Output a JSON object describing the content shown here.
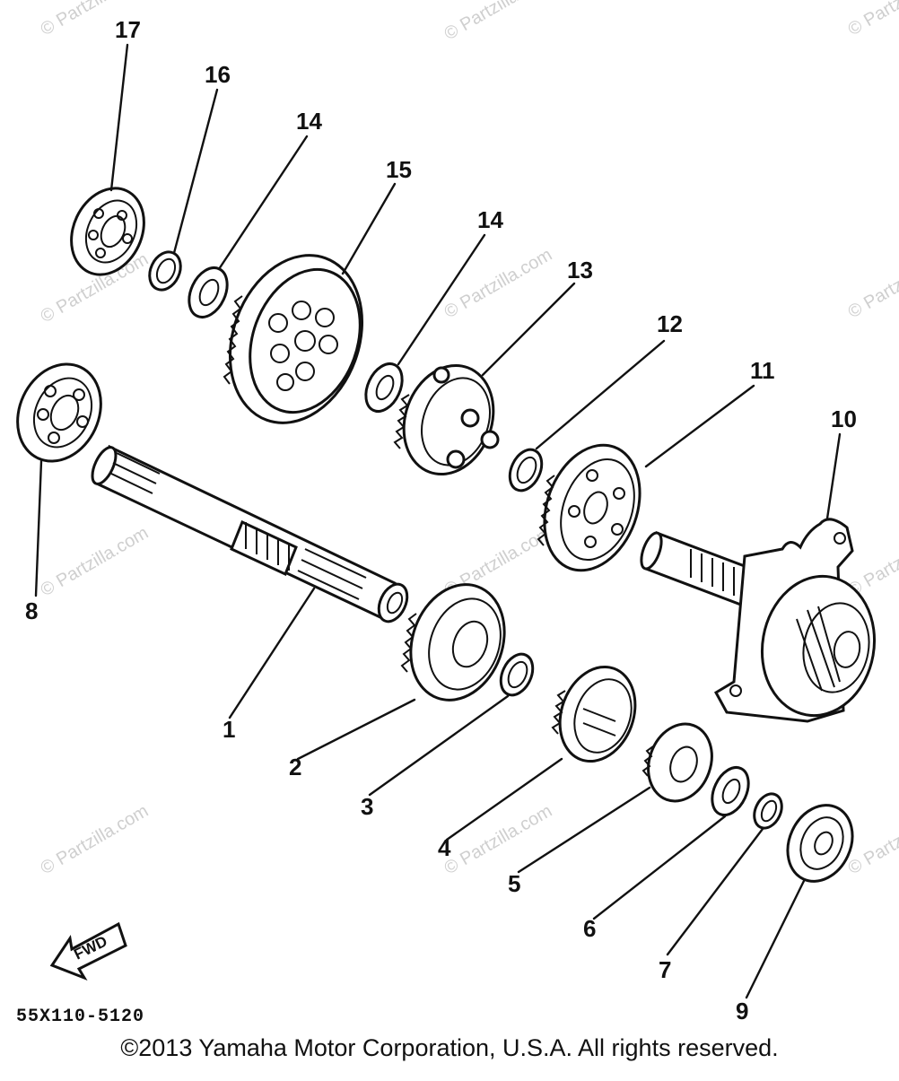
{
  "watermark": "© Partzilla.com",
  "direction_label": "FWD",
  "diagram_code": "55X110-5120",
  "copyright": "©2013  Yamaha Motor Corporation, U.S.A. All rights reserved.",
  "callouts": [
    "1",
    "2",
    "3",
    "4",
    "5",
    "6",
    "7",
    "8",
    "9",
    "10",
    "11",
    "12",
    "13",
    "14",
    "14",
    "15",
    "16",
    "17"
  ]
}
